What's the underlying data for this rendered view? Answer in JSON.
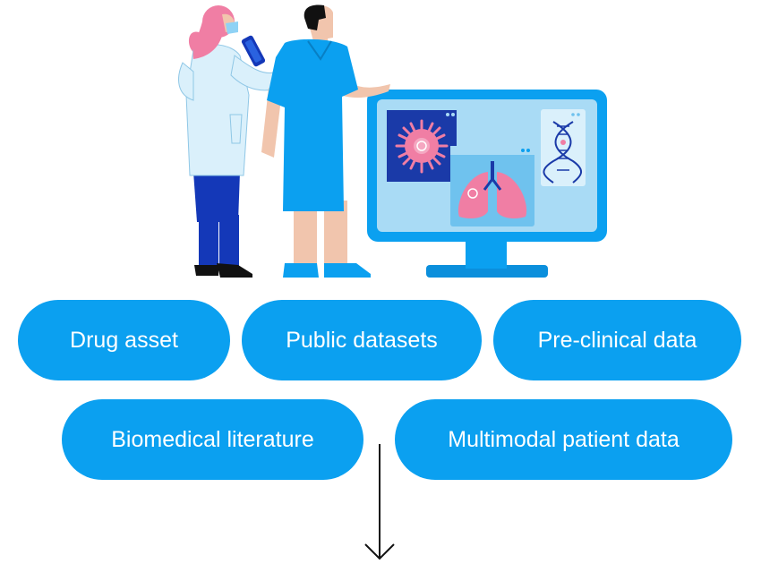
{
  "pills": {
    "drug_asset": "Drug asset",
    "public_datasets": "Public datasets",
    "pre_clinical": "Pre-clinical data",
    "biomedical_literature": "Biomedical literature",
    "multimodal_patient": "Multimodal patient data"
  },
  "colors": {
    "pill": "#0ba0f0",
    "monitor": "#0ba0f0",
    "screen": "#a9dbf5",
    "coat": "#daf0fb",
    "pants": "#1438b8",
    "skin": "#f1c5ad",
    "hair_pink": "#f07ea4",
    "arrow": "#111111"
  },
  "icons": {
    "doctor": "doctor-figure-icon",
    "patient": "patient-figure-icon",
    "monitor": "monitor-icon",
    "cell": "cell-scan-icon",
    "lungs": "lungs-scan-icon",
    "dna": "dna-helix-icon",
    "arrow": "down-arrow-icon"
  }
}
